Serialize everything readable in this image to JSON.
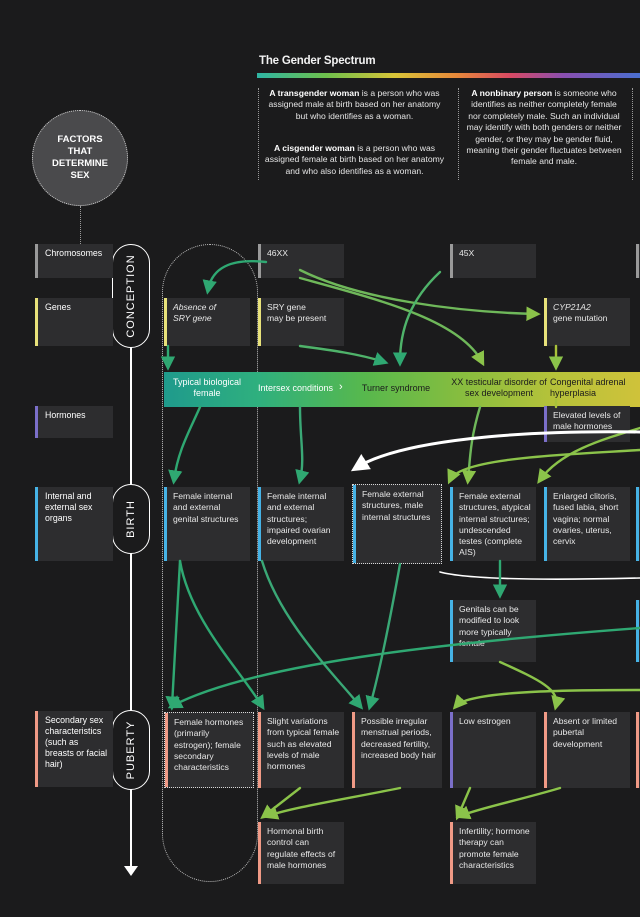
{
  "title": "The Gender Spectrum",
  "definitions": {
    "transgender_term": "A transgender woman",
    "transgender_rest": " is a person who was assigned male at birth based on her anatomy but who identifies as a woman.",
    "cisgender_term": "A cisgender woman",
    "cisgender_rest": " is a person who was assigned female at birth based on her anatomy and who also identifies as a woman.",
    "nonbinary_term": "A nonbinary person",
    "nonbinary_rest": " is someone who identifies as neither completely female nor completely male. Such an individual may identify with both genders or neither gender, or they may be gender fluid, meaning their gender fluctuates between female and male."
  },
  "factors_title": "FACTORS THAT DETERMINE SEX",
  "stages": [
    "CONCEPTION",
    "BIRTH",
    "PUBERTY"
  ],
  "categories": {
    "chromosomes": "Chromosomes",
    "genes": "Genes",
    "hormones": "Hormones",
    "organs": "Internal and external sex organs",
    "secondary": "Secondary sex characteristics (such as breasts or facial hair)"
  },
  "chromosomes": {
    "c46xx": "46XX",
    "c45x": "45X"
  },
  "genes": {
    "absence_prefix": "Absence of",
    "absence_gene": "SRY gene",
    "sry_gene": "SRY gene",
    "sry_suffix": "may be present",
    "cyp_gene": "CYP21A2",
    "cyp_suffix": "gene mutation"
  },
  "band": {
    "typical": "Typical biological female",
    "intersex": "Intersex conditions",
    "turner": "Turner syndrome",
    "xx_disorder": "XX testicular disorder of sex development",
    "cah": "Congenital adrenal hyperplasia"
  },
  "hormones": {
    "elevated": "Elevated levels of male hormones"
  },
  "organs": {
    "female_internal_external": "Female internal and external genital structures",
    "female_impaired": "Female internal and external structures; impaired ovarian development",
    "female_external_male_internal": "Female external structures, male internal structures",
    "atypical": "Female external structures, atypical internal structures; undescended testes (complete AIS)",
    "enlarged": "Enlarged clitoris, fused labia, short vagina; normal ovaries, uterus, cervix",
    "modified": "Genitals can be modified to look more typically female"
  },
  "secondary": {
    "female_hormones": "Female hormones (primarily estrogen); female secondary characteristics",
    "slight": "Slight variations from typical female such as elevated levels of male hormones",
    "irregular": "Possible irregular menstrual periods, decreased fertility, increased body hair",
    "low_estrogen": "Low estrogen",
    "absent": "Absent or limited pubertal development",
    "birth_control": "Hormonal birth control can regulate effects of male hormones",
    "infertility": "Infertility; hormone therapy can promote female characteristics"
  },
  "colors": {
    "background": "#1b1b1c",
    "card": "#2d2d2f",
    "chromosome_accent": "#9a9a9a",
    "gene_accent": "#e8e27a",
    "hormone_accent": "#7b6fc9",
    "organ_accent": "#46b3e6",
    "secondary_accent": "#f09a86",
    "arrow_green": "#2fa872",
    "arrow_lime": "#8bc34a"
  }
}
